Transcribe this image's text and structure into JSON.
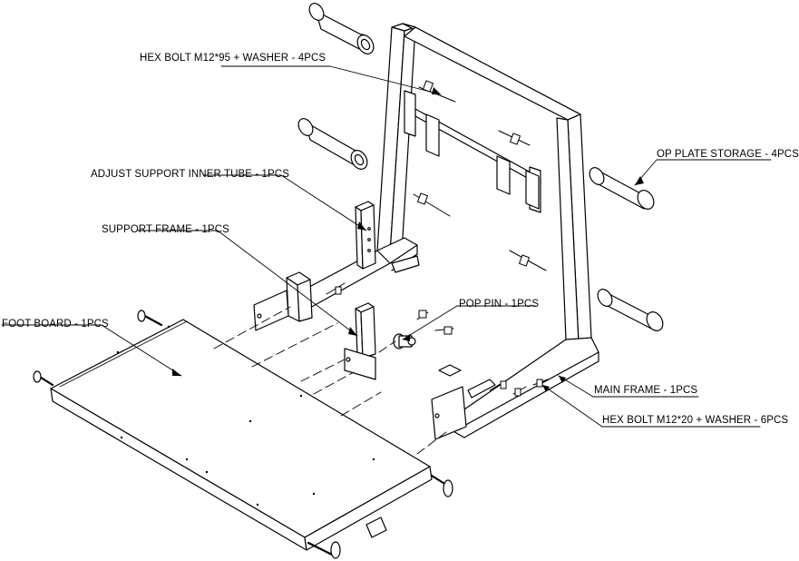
{
  "labels": {
    "hex_bolt_95": "HEX BOLT M12*95 + WASHER - 4PCS",
    "adjust_tube": "ADJUST SUPPORT INNER TUBE - 1PCS",
    "support_frame": "SUPPORT FRAME - 1PCS",
    "foot_board": "FOOT BOARD - 1PCS",
    "pop_pin": "POP PIN - 1PCS",
    "op_plate": "OP PLATE STORAGE - 4PCS",
    "main_frame": "MAIN FRAME - 1PCS",
    "hex_bolt_20": "HEX BOLT M12*20 + WASHER - 6PCS"
  },
  "colors": {
    "line": "#000000",
    "background": "#ffffff",
    "fill": "#ffffff"
  }
}
